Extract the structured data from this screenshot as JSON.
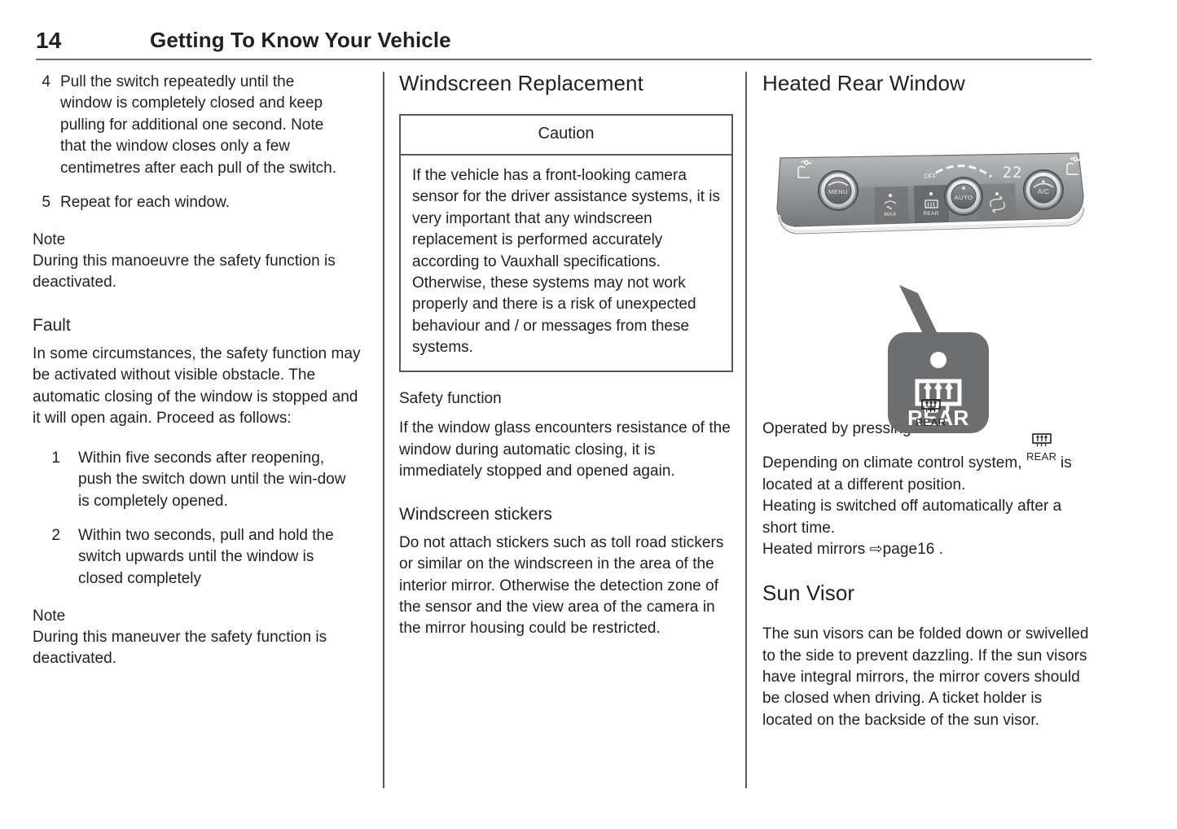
{
  "header": {
    "page_number": "14",
    "title": "Getting To Know Your Vehicle"
  },
  "column1": {
    "steps_continued": [
      {
        "num": "4",
        "text": "Pull the switch repeatedly until the window is completely closed and keep pulling for additional one second. Note that the window closes only a few centimetres after each pull of the switch."
      },
      {
        "num": "5",
        "text": "Repeat for each window."
      }
    ],
    "note1": {
      "title": "Note",
      "text": "During this manoeuvre the safety function is deactivated."
    },
    "fault": {
      "title": "Fault",
      "intro": "In some circumstances, the safety function may be activated without visible obstacle. The automatic closing of the window is stopped and it will open again. Proceed as follows:",
      "steps": [
        {
          "num": "1",
          "text": "Within five seconds after reopening, push the switch down until the win-dow is completely opened."
        },
        {
          "num": "2",
          "text": "Within two seconds, pull and hold the switch upwards until the window is closed completely"
        }
      ]
    },
    "note2": {
      "title": "Note",
      "text": "During this maneuver the safety function is deactivated."
    }
  },
  "column2": {
    "title": "Windscreen Replacement",
    "caution": {
      "heading": "Caution",
      "text": "If the vehicle has a front-looking camera sensor for the driver assistance systems, it is very important that any windscreen replacement is performed accurately according to Vauxhall specifications. Otherwise, these systems may not work properly and there is a risk of unexpected behaviour and / or messages from these systems."
    },
    "safety_function": {
      "title": "Safety function",
      "text": "If the window glass encounters resistance of the window during automatic closing, it is immediately stopped and opened again."
    },
    "windscreen_stickers": {
      "title": "Windscreen stickers",
      "text": "Do not attach stickers such as toll road stickers or similar on the windscreen in the area of the interior mirror. Otherwise the detection zone of the sensor and the view area of the camera in the mirror housing could be restricted."
    }
  },
  "column3": {
    "title": "Heated Rear Window",
    "illustration": {
      "panel_labels": {
        "menu_knob": "MENU",
        "auto_knob": "AUTO",
        "ac_knob": "A/C",
        "off_label": "OFF",
        "max_label": "MAX",
        "rear_label": "REAR",
        "temperature_display": "22"
      },
      "callout_button": {
        "label": "REAR",
        "icon": "rear-defrost-icon"
      }
    },
    "operated_prefix": "Operated by pressing ",
    "operated_suffix": ".",
    "rear_glyph_label": "REAR",
    "depending_prefix": "Depending on climate control system, ",
    "depending_rest": "is located at a different position.",
    "switched_off": "Heating is switched off automatically after a short time.",
    "heated_mirrors_prefix": "Heated mirrors ",
    "heated_mirrors_ref": "page16",
    "heated_mirrors_suffix": " .",
    "reference_arrow": "⇨",
    "sun_visor": {
      "title": "Sun Visor",
      "text": "The sun visors can be folded down or swivelled to the side to prevent dazzling. If the sun visors have integral mirrors, the mirror covers should be closed when driving. A ticket holder is located on the backside of the sun visor."
    }
  },
  "colors": {
    "text": "#231f20",
    "rule": "#6e6e6e",
    "divider": "#58595b",
    "panel_dark": "#6d6e70",
    "panel_mid": "#8e9092",
    "panel_light": "#c9cbcd"
  }
}
